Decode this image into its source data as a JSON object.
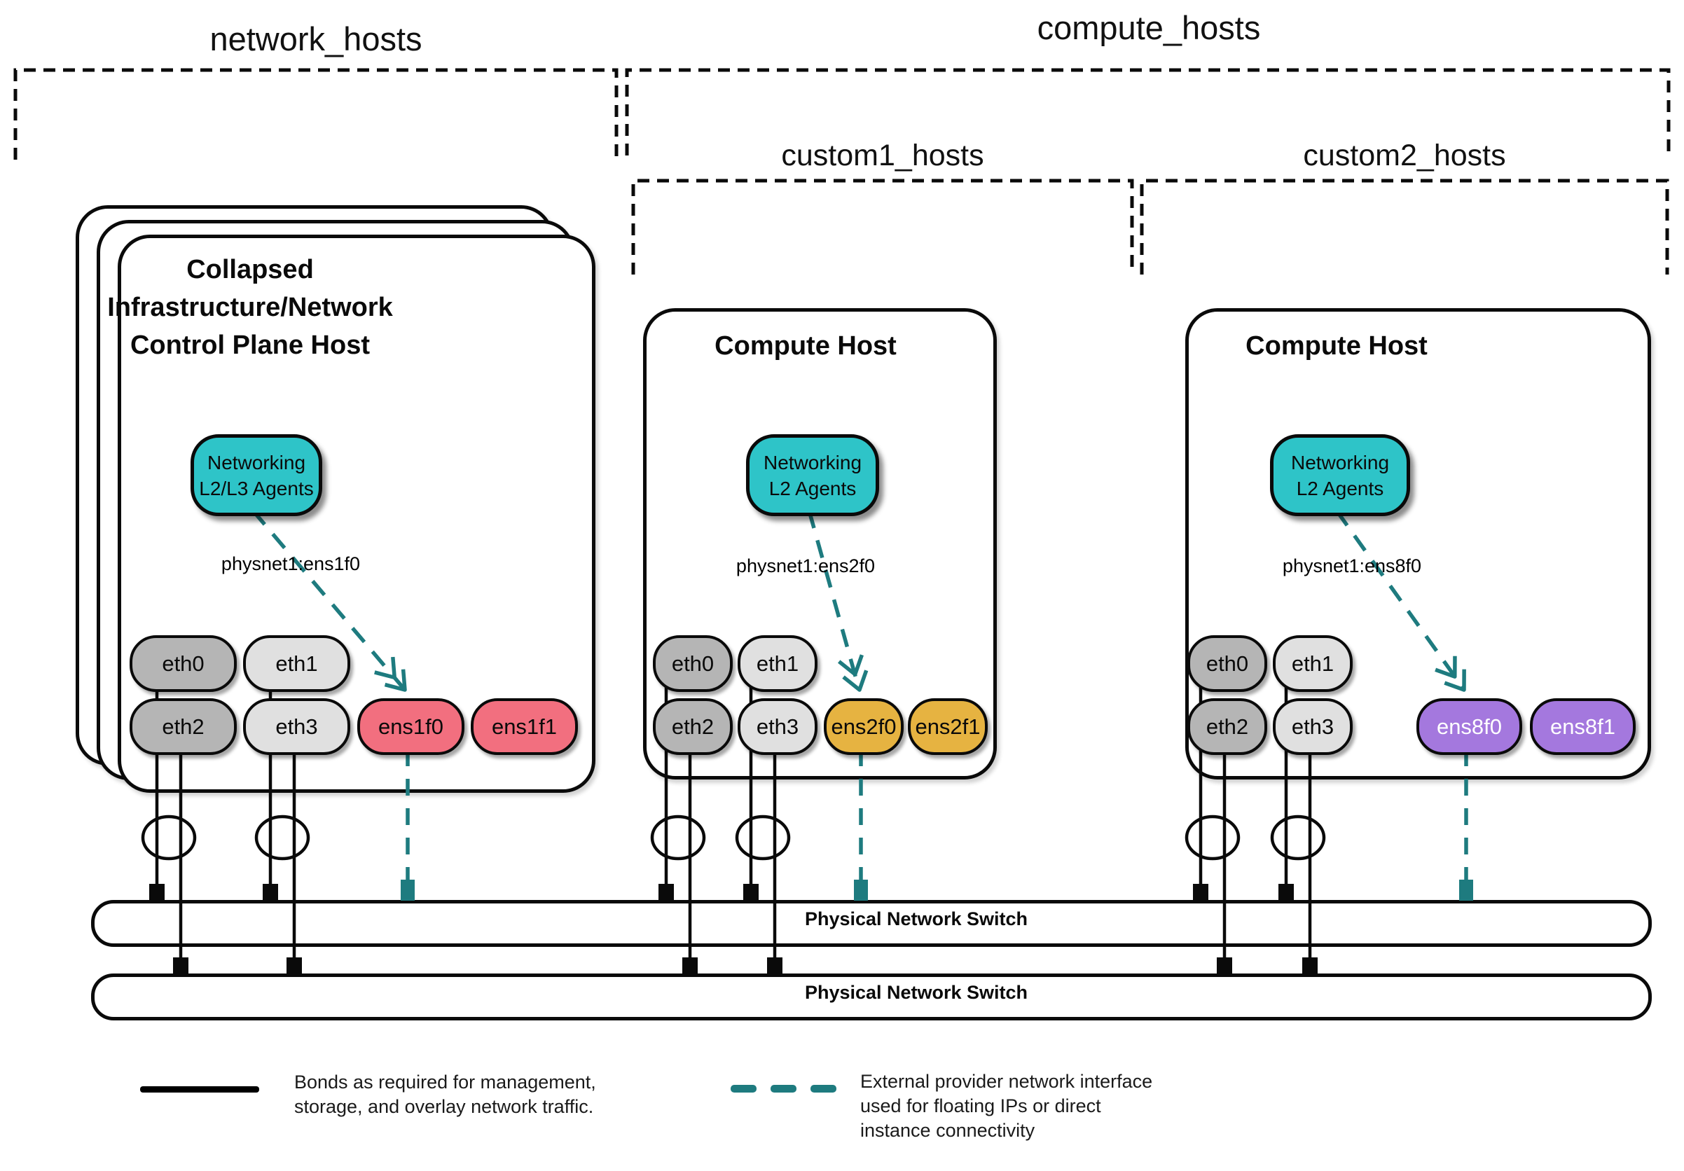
{
  "groups": {
    "network": {
      "label": "network_hosts"
    },
    "compute": {
      "label": "compute_hosts"
    },
    "custom1": {
      "label": "custom1_hosts"
    },
    "custom2": {
      "label": "custom2_hosts"
    }
  },
  "hosts": [
    {
      "title_lines": [
        "Collapsed",
        "Infrastructure/Network",
        "Control Plane Host"
      ],
      "agent_lines": [
        "Networking",
        "L2/L3 Agents"
      ],
      "physnet": "physnet1:ens1f0",
      "nics": [
        {
          "label": "eth0"
        },
        {
          "label": "eth1"
        },
        {
          "label": "eth2"
        },
        {
          "label": "eth3"
        },
        {
          "label": "ens1f0"
        },
        {
          "label": "ens1f1"
        }
      ]
    },
    {
      "title_lines": [
        "Compute Host"
      ],
      "agent_lines": [
        "Networking",
        "L2 Agents"
      ],
      "physnet": "physnet1:ens2f0",
      "nics": [
        {
          "label": "eth0"
        },
        {
          "label": "eth1"
        },
        {
          "label": "eth2"
        },
        {
          "label": "eth3"
        },
        {
          "label": "ens2f0"
        },
        {
          "label": "ens2f1"
        }
      ]
    },
    {
      "title_lines": [
        "Compute Host"
      ],
      "agent_lines": [
        "Networking",
        "L2 Agents"
      ],
      "physnet": "physnet1:ens8f0",
      "nics": [
        {
          "label": "eth0"
        },
        {
          "label": "eth1"
        },
        {
          "label": "eth2"
        },
        {
          "label": "eth3"
        },
        {
          "label": "ens8f0"
        },
        {
          "label": "ens8f1"
        }
      ]
    }
  ],
  "switches": [
    {
      "label": "Physical Network Switch"
    },
    {
      "label": "Physical Network Switch"
    }
  ],
  "legend": {
    "bond": {
      "lines": [
        "Bonds as required for management,",
        "storage, and overlay network traffic."
      ]
    },
    "external": {
      "lines": [
        "External provider network interface",
        "used for floating IPs or direct",
        "instance connectivity"
      ]
    }
  },
  "colors": {
    "agent_fill": "#2ec4c8",
    "external_teal": "#1e7b7f",
    "nic_gray_dark": "#b5b5b5",
    "nic_gray_light": "#e0e0e0",
    "nic_pink": "#f26f7f",
    "nic_amber": "#e6b341",
    "nic_purple": "#a478de",
    "line_black": "#0a0a0a"
  }
}
